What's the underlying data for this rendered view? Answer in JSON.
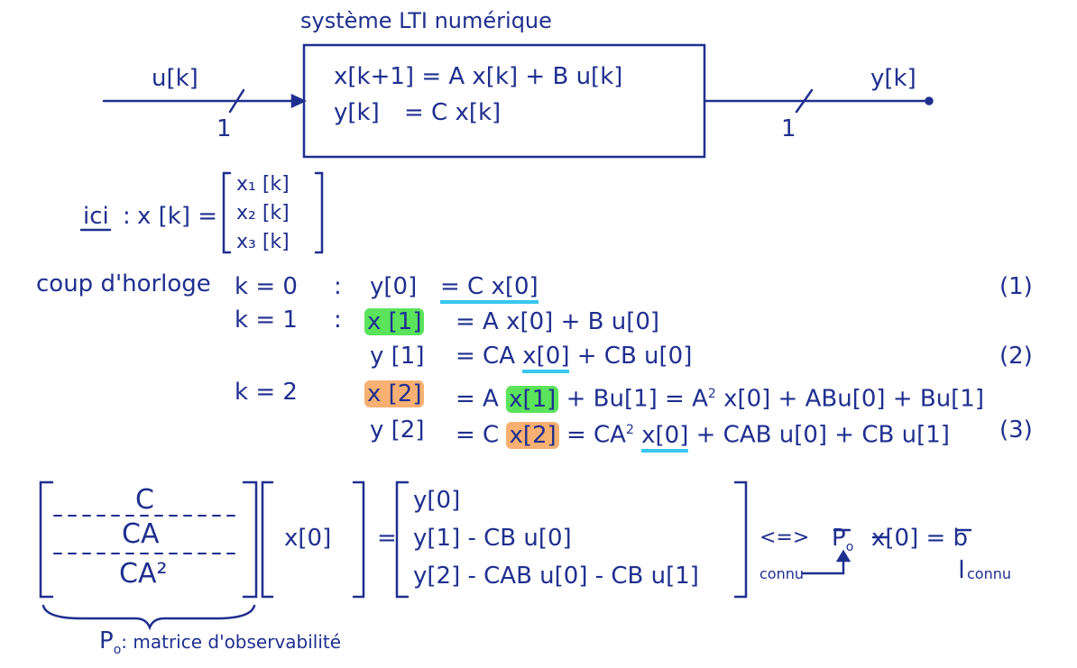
{
  "colors": {
    "ink": "#1f2f8f",
    "highlight_green": "#5be35b",
    "highlight_orange": "#f7b071",
    "underline_blue": "#39c6f0"
  },
  "diagram": {
    "title": "système LTI numérique",
    "input_label": "u[k]",
    "input_width": "1",
    "output_label": "y[k]",
    "output_width": "1",
    "state_eq": "x[k+1] = A x[k] + B u[k]",
    "output_eq_lhs": "y[k]",
    "output_eq_rhs": "= C x[k]"
  },
  "state_def": {
    "ici_label": "ici",
    "lhs": "x [k] =",
    "components": [
      "x₁ [k]",
      "x₂ [k]",
      "x₃ [k]"
    ]
  },
  "clock": {
    "label": "coup d'horloge",
    "k0": "k = 0",
    "k1": "k = 1",
    "k2": "k = 2",
    "colon": ":",
    "eq1_lhs": "y[0]",
    "eq1_rhs": "= C x[0]",
    "eq1_num": "(1)",
    "eq2a_lhs": "x [1]",
    "eq2a_rhs": "= A x[0] + B u[0]",
    "eq2b_lhs": "y [1]",
    "eq2b_rhs_a": "= CA ",
    "eq2b_rhs_b": "x[0]",
    "eq2b_rhs_c": " + CB u[0]",
    "eq2_num": "(2)",
    "eq3a_lhs": "x [2]",
    "eq3a_rhs_a": "= A ",
    "eq3a_rhs_b": "x[1]",
    "eq3a_rhs_c": " + Bu[1] = A",
    "eq3a_rhs_d": " x[0] + ABu[0] + Bu[1]",
    "sq": "2",
    "eq3b_lhs": "y [2]",
    "eq3b_rhs_a": "= C ",
    "eq3b_rhs_b": "x[2]",
    "eq3b_rhs_c": " = CA",
    "eq3b_rhs_d": " ",
    "eq3b_rhs_e": "x[0]",
    "eq3b_rhs_f": " + CAB u[0] + CB u[1]",
    "eq3_num": "(3)"
  },
  "matrix_eq": {
    "rows": [
      "C",
      "CA",
      "CA²"
    ],
    "vector": "x[0]",
    "equals": "=",
    "rhs_rows": [
      "y[0]",
      "y[1] - CB u[0]",
      "y[2] - CAB u[0] - CB u[1]"
    ],
    "equiv": "<=>",
    "compact_p": "P",
    "compact_p_sub": "o",
    "compact_rest": "x[0] = b",
    "connu_left": "connu",
    "connu_right": "connu"
  },
  "caption": {
    "p": "P",
    "p_sub": "o",
    "text": ": matrice d'observabilité"
  }
}
